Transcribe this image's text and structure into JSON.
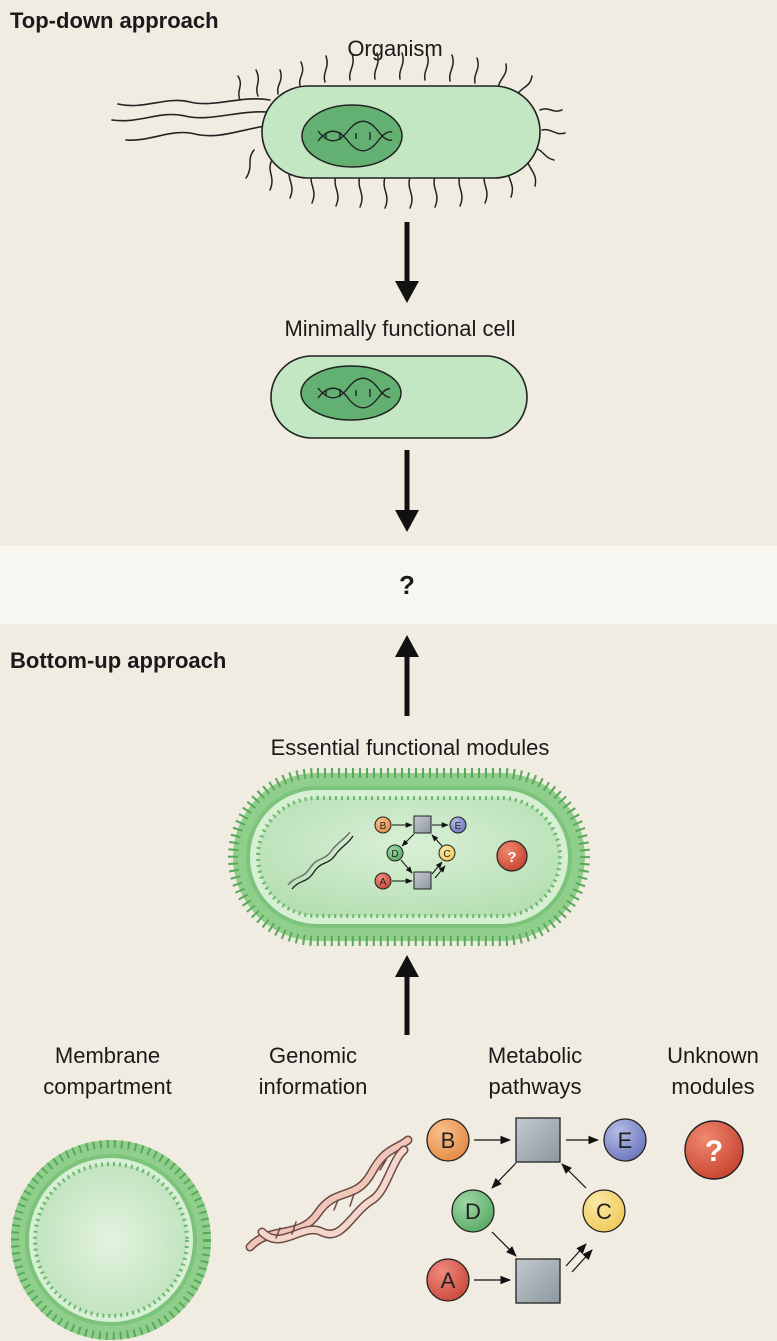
{
  "top_down": {
    "heading": "Top-down approach",
    "organism_label": "Organism",
    "minimal_cell_label": "Minimally functional cell"
  },
  "middle": {
    "question": "?"
  },
  "bottom_up": {
    "heading": "Bottom-up approach",
    "essential_label": "Essential functional modules",
    "modules": [
      {
        "label": "Membrane\ncompartment"
      },
      {
        "label": "Genomic\ninformation"
      },
      {
        "label": "Metabolic\npathways"
      },
      {
        "label": "Unknown\nmodules"
      }
    ]
  },
  "metabolites": [
    "A",
    "B",
    "C",
    "D",
    "E"
  ],
  "unknown_symbol": "?",
  "colors": {
    "background": "#f1ece2",
    "band": "#f8f6f1",
    "cell_fill": "#c2e7c2",
    "nucleoid": "#62b173",
    "membrane": "#7cc47c",
    "metabolite_A": "#d5584b",
    "metabolite_B": "#ec9a57",
    "metabolite_C": "#f4d36e",
    "metabolite_D": "#6dba79",
    "metabolite_E": "#7d88c9",
    "enzyme": "#a3abb2",
    "unknown": "#d8563f"
  }
}
